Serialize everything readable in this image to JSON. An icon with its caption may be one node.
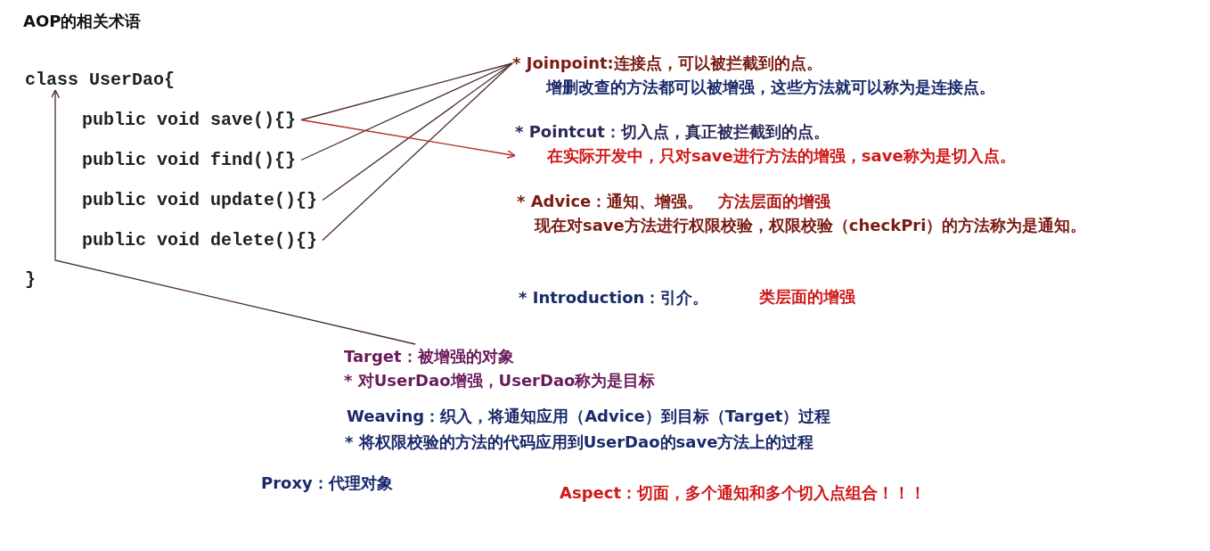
{
  "diagram": {
    "title": "AOP的相关术语",
    "nodes": [
      {
        "text": [
          "class UserDao{"
        ]
      },
      {
        "text": [
          "public void save(){}"
        ]
      },
      {
        "text": [
          "public void find(){}"
        ]
      },
      {
        "text": [
          "public void update(){}"
        ]
      },
      {
        "text": [
          "public void delete(){}"
        ]
      },
      {
        "text": [
          "* Joinpoint:连接点，可以被拦截到的点。",
          "增删改查的方法都可以被增强，这些方法就可以称为是连接点。"
        ]
      },
      {
        "text": [
          "* Pointcut：切入点，真正被拦截到的点。",
          "在实际开发中，只对save进行方法的增强，save称为是切入点。"
        ]
      },
      {
        "text": [
          "Target：被增强的对象",
          "* 对UserDao增强，UserDao称为是目标"
        ]
      }
    ],
    "edges": [
      {
        "from": 1,
        "to": 5,
        "arrow": "none"
      },
      {
        "from": 2,
        "to": 5,
        "arrow": "none"
      },
      {
        "from": 3,
        "to": 5,
        "arrow": "none"
      },
      {
        "from": 4,
        "to": 5,
        "arrow": "none"
      },
      {
        "from": 1,
        "to": 6,
        "arrow": "to",
        "color": "#b02828"
      },
      {
        "from": 7,
        "to": 0,
        "arrow": "to"
      }
    ],
    "labels": [
      "}",
      "* Advice：通知、增强。",
      "方法层面的增强",
      "现在对save方法进行权限校验，权限校验（checkPri）的方法称为是通知。",
      "* Introduction：引介。",
      "类层面的增强",
      "Weaving：织入，将通知应用（Advice）到目标（Target）过程",
      "* 将权限校验的方法的代码应用到UserDao的save方法上的过程",
      "Proxy：代理对象",
      "Aspect：切面，多个通知和多个切入点组合！！！"
    ]
  }
}
